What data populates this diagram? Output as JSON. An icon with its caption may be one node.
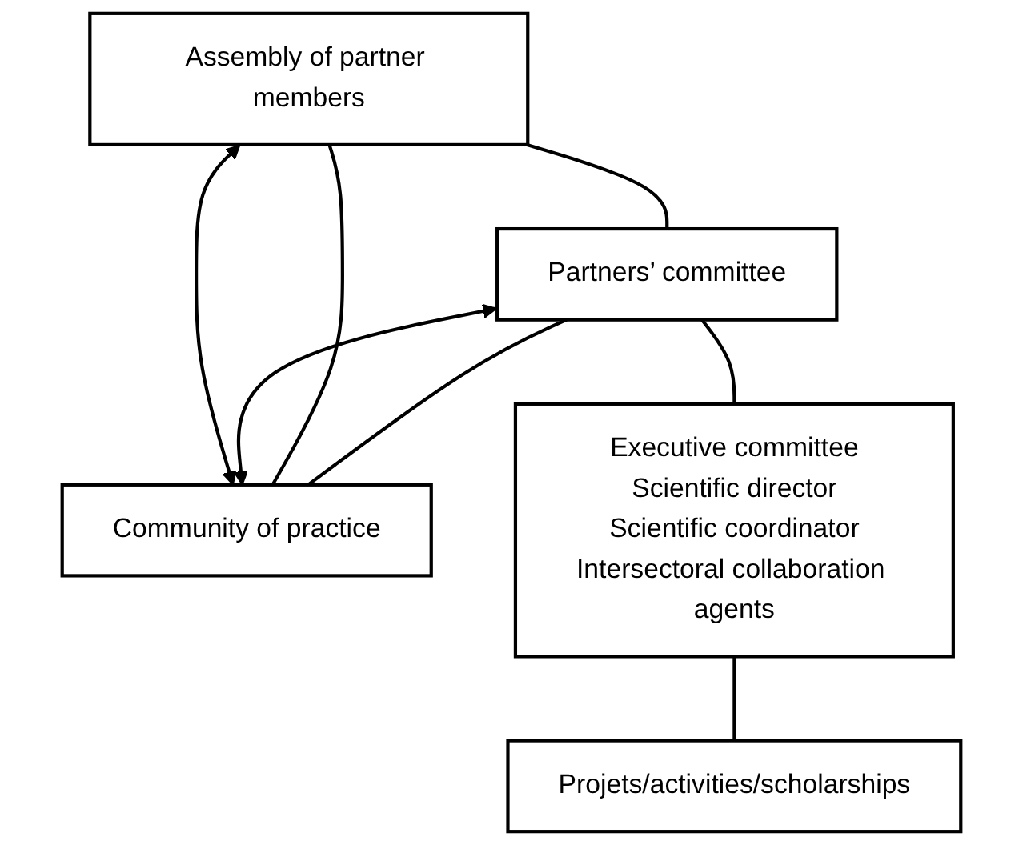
{
  "diagram": {
    "nodes": [
      {
        "text": [
          "Assembly of partner members"
        ]
      },
      {
        "text": [
          "Community of practice"
        ]
      },
      {
        "text": [
          "Partners’ committee"
        ]
      },
      {
        "text": [
          "Executive committee",
          "Scientific director",
          "Scientific coordinator",
          "Intersectoral collaboration agents"
        ]
      },
      {
        "text": [
          "Projets/activities/scholarships"
        ]
      }
    ],
    "edges": [
      {
        "from": 0,
        "to": 2,
        "arrow": "none"
      },
      {
        "from": 1,
        "to": 0,
        "arrow": "none"
      },
      {
        "from": 1,
        "to": 2,
        "arrow": "none"
      },
      {
        "from": 0,
        "to": 1,
        "arrow": "both"
      },
      {
        "from": 2,
        "to": 1,
        "arrow": "both"
      },
      {
        "from": 2,
        "to": 3,
        "arrow": "none"
      },
      {
        "from": 3,
        "to": 4,
        "arrow": "none"
      }
    ]
  }
}
